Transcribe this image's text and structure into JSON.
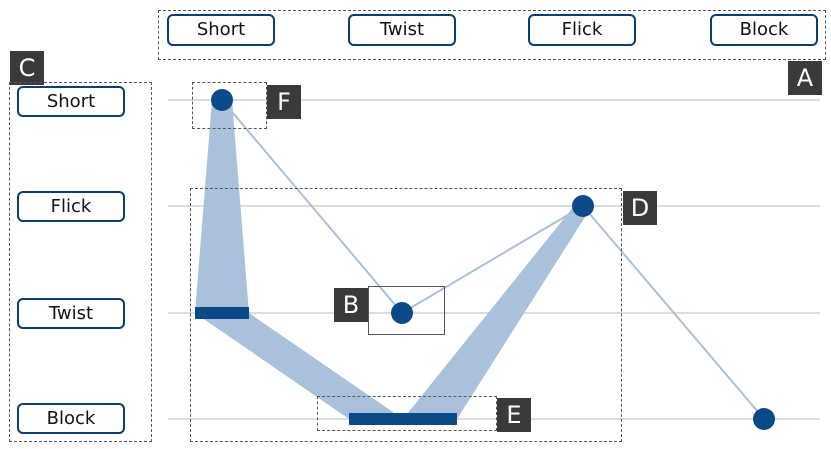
{
  "top_buttons": [
    "Short",
    "Twist",
    "Flick",
    "Block"
  ],
  "side_buttons": [
    "Short",
    "Flick",
    "Twist",
    "Block"
  ],
  "tags": {
    "a": "A",
    "b": "B",
    "c": "C",
    "d": "D",
    "e": "E",
    "f": "F"
  },
  "colors": {
    "node": "#0b4a86",
    "band": "#a9c1da",
    "link": "#a9c1da",
    "grid": "#dddddd",
    "button_border": "#0b3d6e",
    "tag_bg": "#3a3a3a"
  }
}
